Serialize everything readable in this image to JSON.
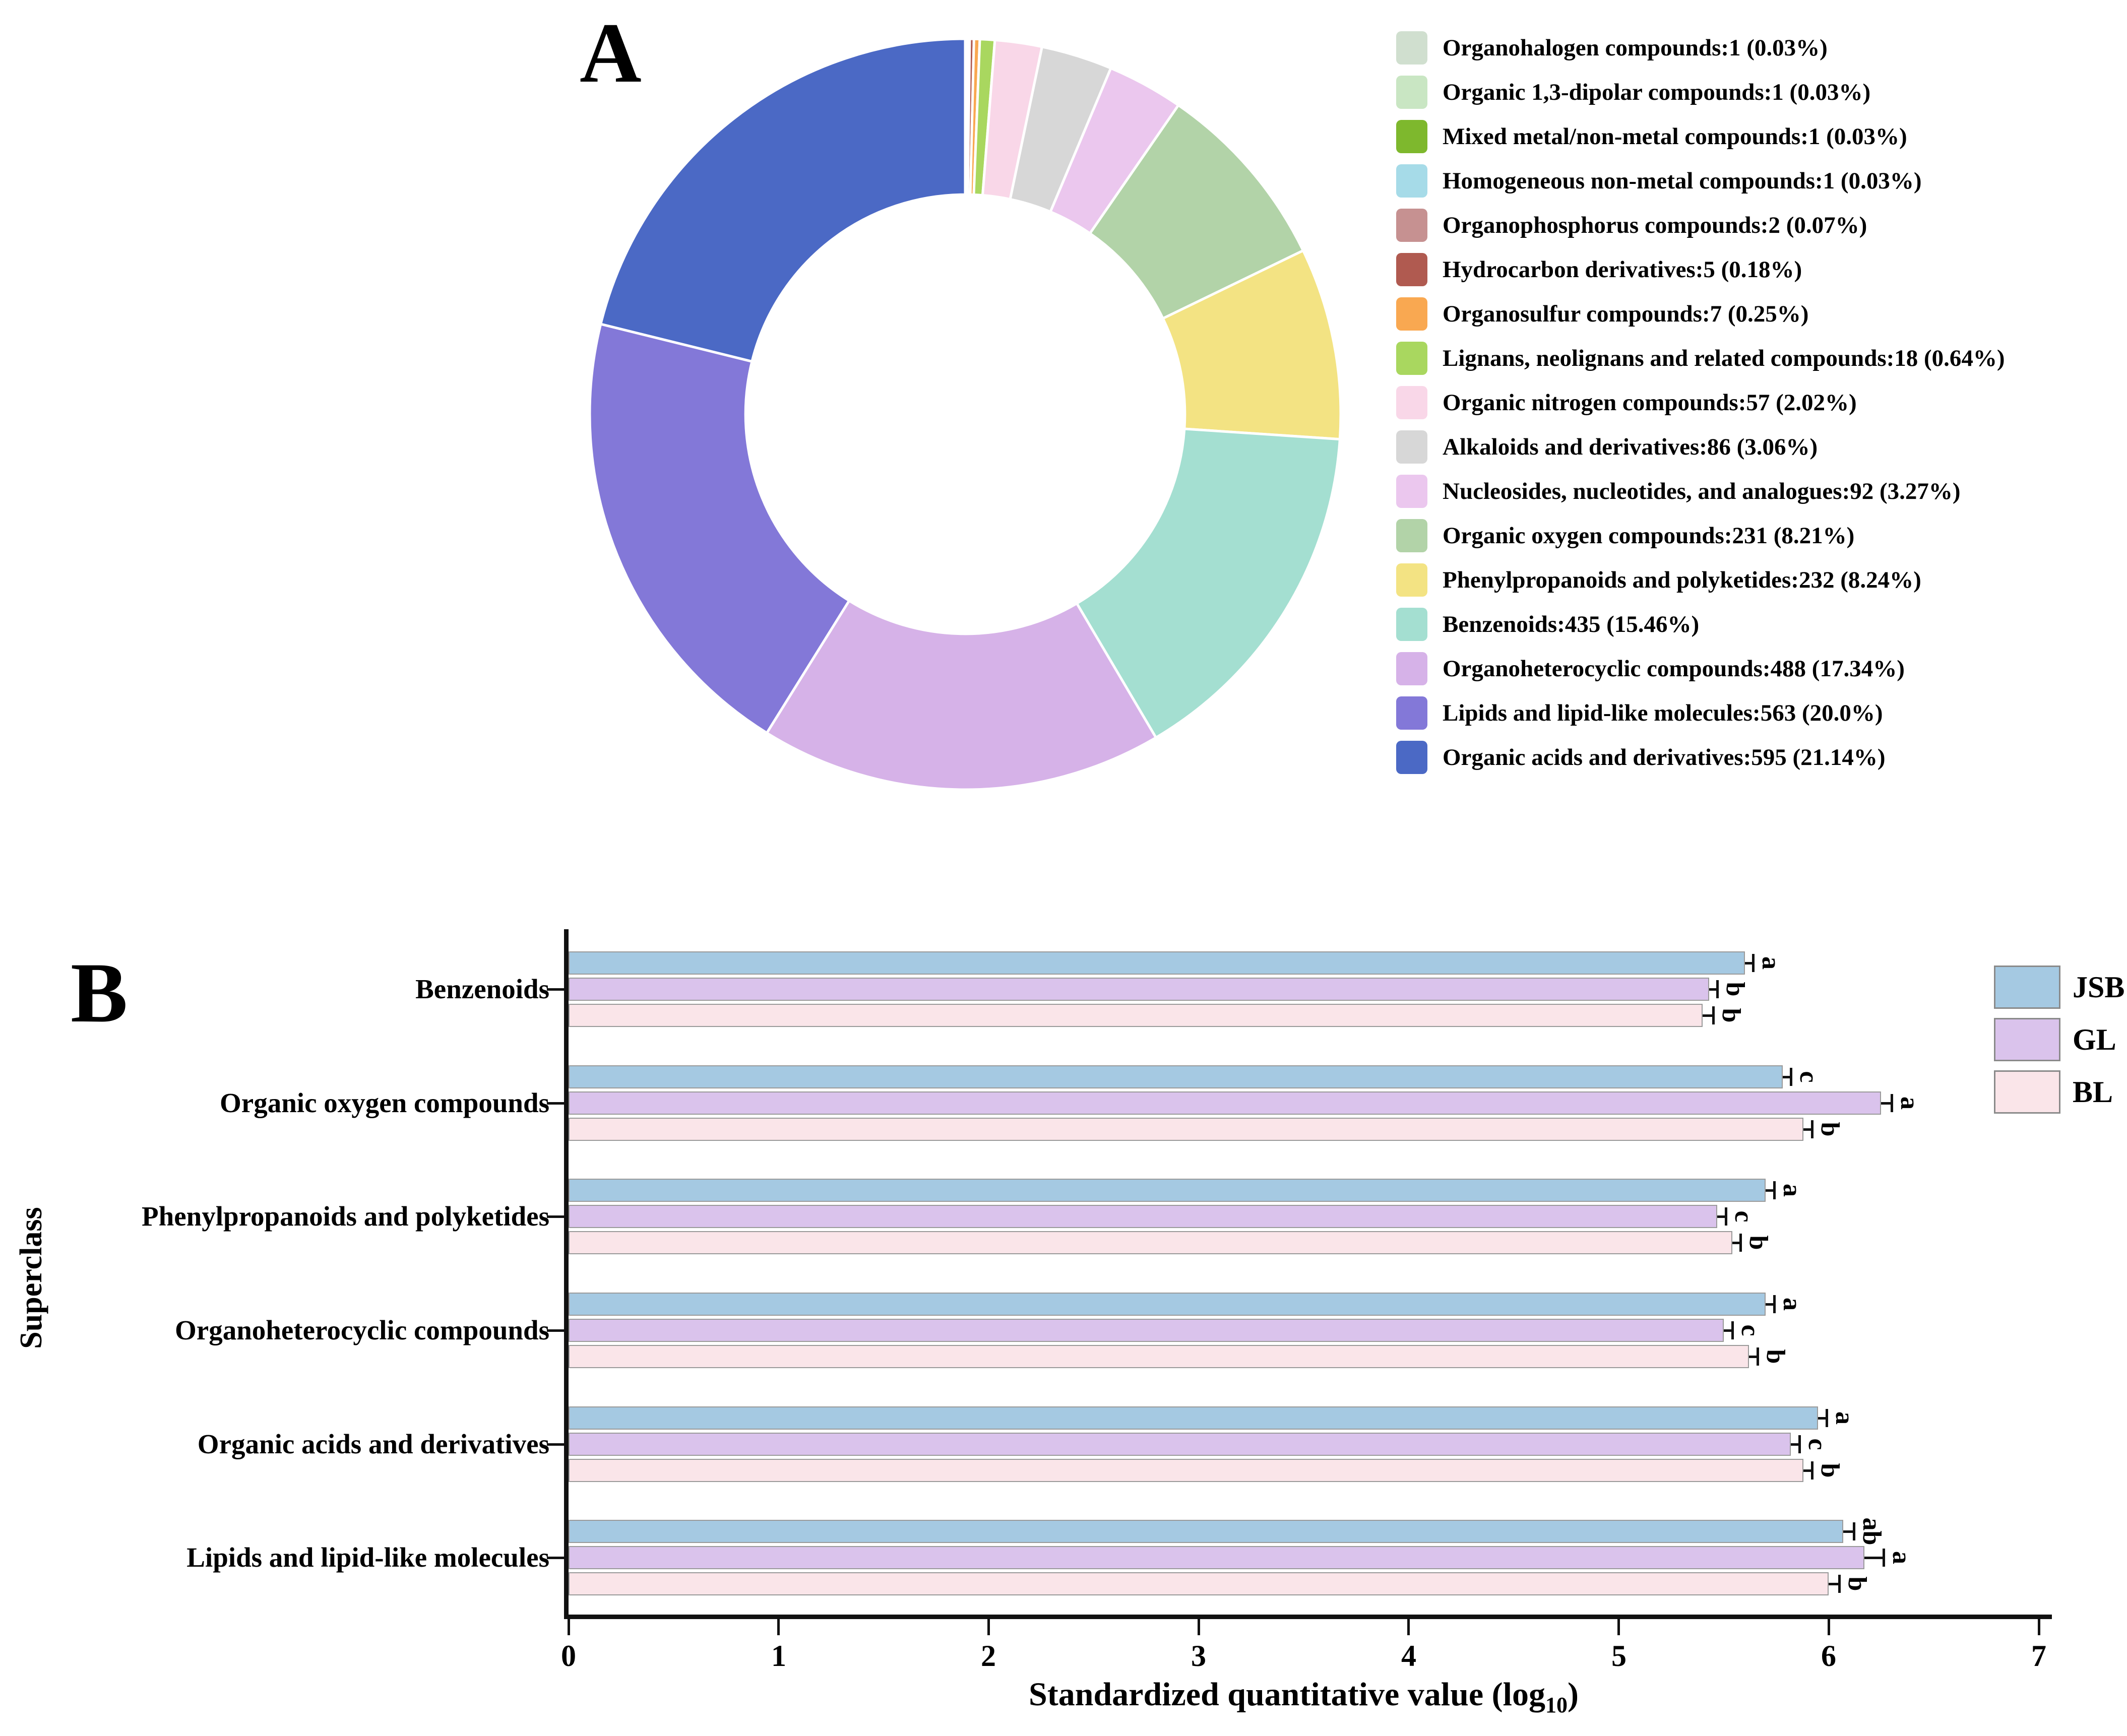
{
  "panelA": {
    "label": "A",
    "legend_position": "right"
  },
  "panelB": {
    "label": "B",
    "ylabel": "Superclass",
    "xlabel_pre": "Standardized quantitative value (log",
    "xlabel_sub": "10",
    "xlabel_post": ")"
  },
  "chart_data": [
    {
      "id": "superclass-donut",
      "type": "pie",
      "donut": true,
      "inner_radius_ratio": 0.585,
      "start_angle": "top",
      "direction": "clockwise",
      "legend_position": "right",
      "slices": [
        {
          "label": "Organohalogen compounds",
          "count": 1,
          "pct": "0.03",
          "color": "#d0dfcf"
        },
        {
          "label": "Organic 1,3-dipolar compounds",
          "count": 1,
          "pct": "0.03",
          "color": "#c9e6c3"
        },
        {
          "label": "Mixed metal/non-metal compounds",
          "count": 1,
          "pct": "0.03",
          "color": "#7eb82d"
        },
        {
          "label": "Homogeneous non-metal compounds",
          "count": 1,
          "pct": "0.03",
          "color": "#a6dbe8"
        },
        {
          "label": "Organophosphorus compounds",
          "count": 2,
          "pct": "0.07",
          "color": "#c69191"
        },
        {
          "label": "Hydrocarbon derivatives",
          "count": 5,
          "pct": "0.18",
          "color": "#b05a50"
        },
        {
          "label": "Organosulfur compounds",
          "count": 7,
          "pct": "0.25",
          "color": "#f9a851"
        },
        {
          "label": "Lignans, neolignans and related compounds",
          "count": 18,
          "pct": "0.64",
          "color": "#a9d75f"
        },
        {
          "label": "Organic nitrogen compounds",
          "count": 57,
          "pct": "2.02",
          "color": "#f9d7e8"
        },
        {
          "label": "Alkaloids and derivatives",
          "count": 86,
          "pct": "3.06",
          "color": "#d7d7d7"
        },
        {
          "label": "Nucleosides, nucleotides, and analogues",
          "count": 92,
          "pct": "3.27",
          "color": "#ebc7ee"
        },
        {
          "label": "Organic oxygen compounds",
          "count": 231,
          "pct": "8.21",
          "color": "#b2d3a8"
        },
        {
          "label": "Phenylpropanoids and polyketides",
          "count": 232,
          "pct": "8.24",
          "color": "#f3e383"
        },
        {
          "label": "Benzenoids",
          "count": 435,
          "pct": "15.46",
          "color": "#a4dfd1"
        },
        {
          "label": "Organoheterocyclic compounds",
          "count": 488,
          "pct": "17.34",
          "color": "#d6b2e8"
        },
        {
          "label": "Lipids and lipid-like molecules",
          "count": 563,
          "pct": "20.0",
          "color": "#8378d8"
        },
        {
          "label": "Organic acids and derivatives",
          "count": 595,
          "pct": "21.14",
          "color": "#4b69c5"
        }
      ]
    },
    {
      "id": "superclass-bars",
      "type": "bar",
      "orientation": "horizontal",
      "xlabel": "Standardized quantitative value (log10)",
      "ylabel": "Superclass",
      "xlim": [
        0,
        7
      ],
      "xticks": [
        "0",
        "1",
        "2",
        "3",
        "4",
        "5",
        "6",
        "7"
      ],
      "grid": false,
      "legend_position": "top-right",
      "categories": [
        "Benzenoids",
        "Organic oxygen compounds",
        "Phenylpropanoids and polyketides",
        "Organoheterocyclic compounds",
        "Organic acids and derivatives",
        "Lipids and lipid-like molecules"
      ],
      "series": [
        {
          "name": "JSB",
          "color": "#a5c9e2",
          "values": [
            5.6,
            5.78,
            5.7,
            5.7,
            5.95,
            6.07
          ],
          "errors": [
            0.04,
            0.04,
            0.04,
            0.04,
            0.04,
            0.05
          ],
          "letters": [
            "a",
            "c",
            "a",
            "a",
            "a",
            "ab"
          ]
        },
        {
          "name": "GL",
          "color": "#dac3ec",
          "values": [
            5.43,
            6.25,
            5.47,
            5.5,
            5.82,
            6.17
          ],
          "errors": [
            0.04,
            0.05,
            0.04,
            0.04,
            0.04,
            0.09
          ],
          "letters": [
            "b",
            "a",
            "c",
            "c",
            "c",
            "a"
          ]
        },
        {
          "name": "BL",
          "color": "#fae5e9",
          "values": [
            5.4,
            5.88,
            5.54,
            5.62,
            5.88,
            6.0
          ],
          "errors": [
            0.05,
            0.04,
            0.04,
            0.04,
            0.04,
            0.05
          ],
          "letters": [
            "b",
            "b",
            "b",
            "b",
            "b",
            "b"
          ]
        }
      ]
    }
  ]
}
